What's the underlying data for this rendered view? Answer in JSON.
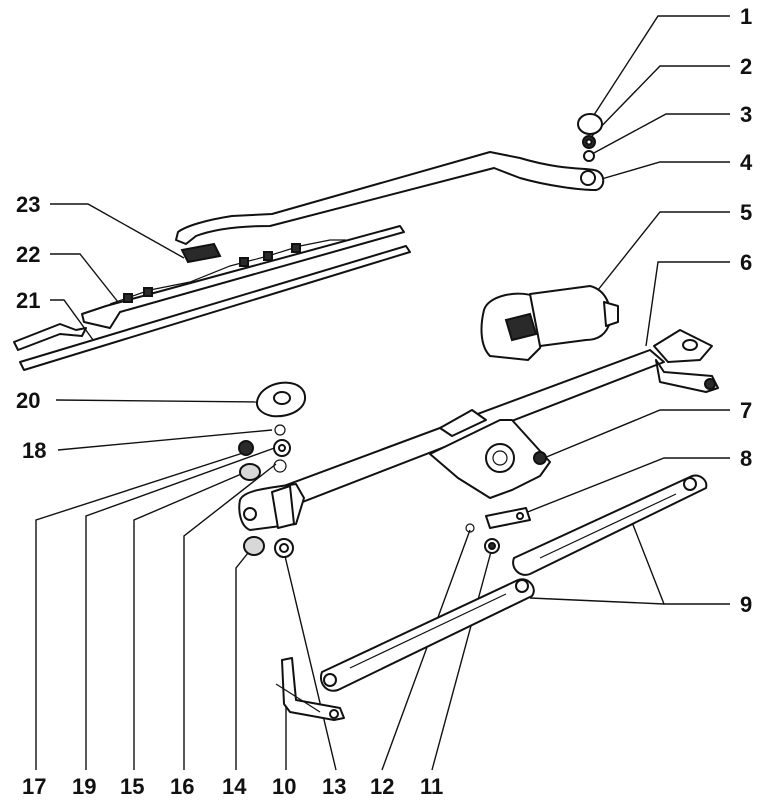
{
  "diagram": {
    "callouts": [
      {
        "id": "1",
        "label": "1"
      },
      {
        "id": "2",
        "label": "2"
      },
      {
        "id": "3",
        "label": "3"
      },
      {
        "id": "4",
        "label": "4"
      },
      {
        "id": "5",
        "label": "5"
      },
      {
        "id": "6",
        "label": "6"
      },
      {
        "id": "7",
        "label": "7"
      },
      {
        "id": "8",
        "label": "8"
      },
      {
        "id": "9",
        "label": "9"
      },
      {
        "id": "10",
        "label": "10"
      },
      {
        "id": "11",
        "label": "11"
      },
      {
        "id": "12",
        "label": "12"
      },
      {
        "id": "13",
        "label": "13"
      },
      {
        "id": "14",
        "label": "14"
      },
      {
        "id": "15",
        "label": "15"
      },
      {
        "id": "16",
        "label": "16"
      },
      {
        "id": "17",
        "label": "17"
      },
      {
        "id": "18",
        "label": "18"
      },
      {
        "id": "19",
        "label": "19"
      },
      {
        "id": "20",
        "label": "20"
      },
      {
        "id": "21",
        "label": "21"
      },
      {
        "id": "22",
        "label": "22"
      },
      {
        "id": "23",
        "label": "23"
      }
    ],
    "colors": {
      "ink": "#111111",
      "paper": "#ffffff",
      "shade": "#d8d8d8"
    }
  }
}
